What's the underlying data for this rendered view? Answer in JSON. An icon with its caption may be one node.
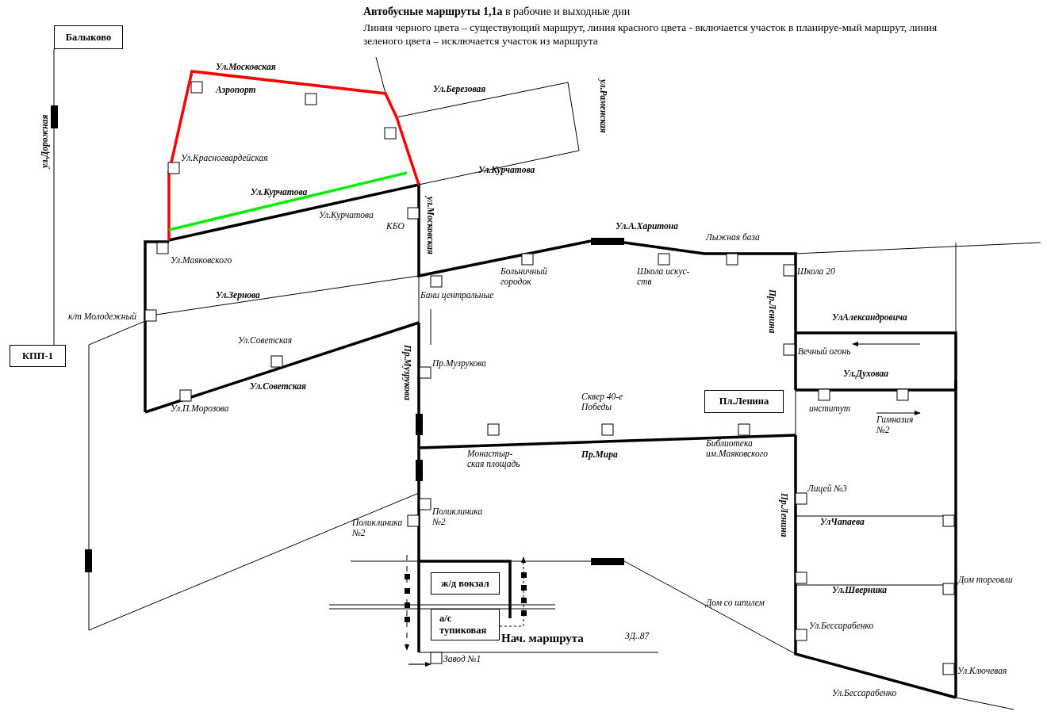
{
  "diagram": {
    "title": "**Автобусные маршруты 1,1а** в рабочие  и выходные дни",
    "nodes": [
      {
        "text": [
          "Балыково"
        ]
      },
      {
        "text": [
          "КПП-1"
        ]
      },
      {
        "text": [
          "Пл.Ленина"
        ]
      },
      {
        "text": [
          "ж/д вокзал"
        ]
      },
      {
        "text": [
          "а/с тупиковая"
        ]
      }
    ],
    "edges": [
      {
        "from": 0,
        "to": 1,
        "arrow": "none"
      },
      {
        "from": 4,
        "to": null,
        "arrow": "to",
        "style": "dashed"
      }
    ],
    "labels": [
      "Линия черного цвета – существующий маршрут, линия красного цвета -  включается участок в планируе-мый маршрут, линия зеленого цвета – исключается участок из маршрута",
      "Ул.Московская",
      "Аэропорт",
      "Ул.Березовая",
      "ул.Раменская",
      "ул.Дорожная",
      "Ул.Красногвардейская",
      "Ул.Курчатова",
      "Ул.Курчатова",
      "Ул.Курчатова",
      "КБО",
      "ул.Московская",
      "Ул.Маяковского",
      "Ул.А.Харитона",
      "Лыжная база",
      "Больничный городок",
      "Школа искус-ств",
      "Школа 20",
      "Бани центральные",
      "Ул.Зернова",
      "к/т Молодежный",
      "Пр.Ленина",
      "УлАлександровича",
      "Ул.Советская",
      "Вечный огонь",
      "Пр.Музрукова",
      "Пр.Музрукова",
      "Ул.Духоваа",
      "Ул.Советская",
      "Сквер 40-е Победы",
      "институт",
      "Ул.П.Морозова",
      "Гимназия №2",
      "Библиотека им.Маяковского",
      "Монастыр-ская площадь",
      "Пр.Мира",
      "Лицей №3",
      "Пр.Ленина",
      "Поликлиника №2",
      "Поликлиника №2",
      "УлЧапаева",
      "Дом торговли",
      "Ул.Шверника",
      "Дом со шпилем",
      "Ул.Бессарабенко",
      "Нач. маршрута",
      "ЗД..87",
      "Завод №1",
      "Ул.Ключевая",
      "Ул.Бессарабенко"
    ]
  }
}
